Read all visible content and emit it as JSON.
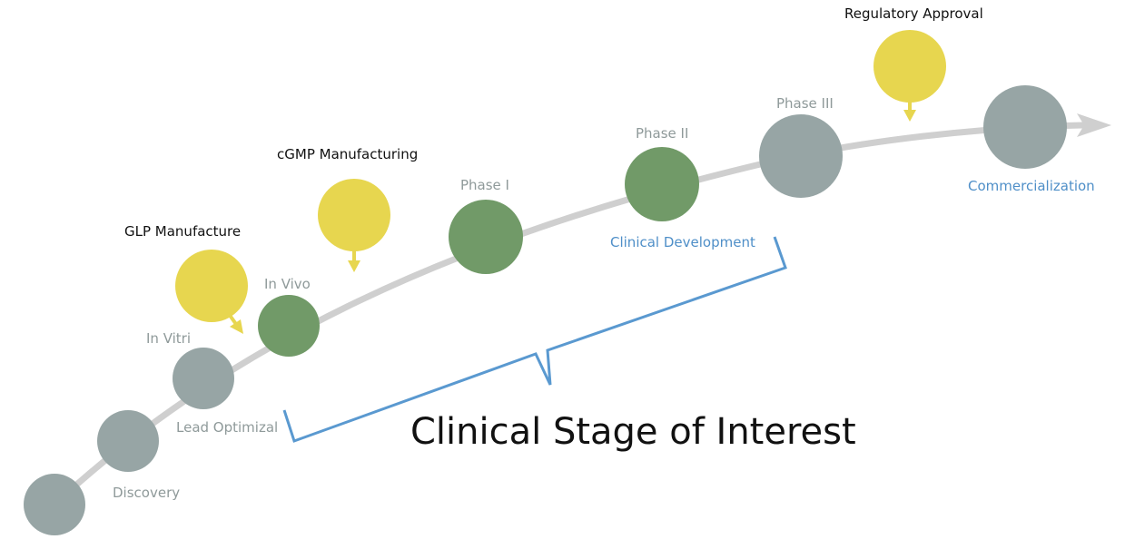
{
  "stages": {
    "discovery": "Discovery",
    "lead_optimizal": "Lead Optimizal",
    "in_vitri": "In Vitri",
    "in_vivo": "In Vivo",
    "phase_1": "Phase I",
    "phase_2": "Phase II",
    "phase_3": "Phase III",
    "commercialization": "Commercialization"
  },
  "milestones": {
    "glp": "GLP Manufacture",
    "cgmp": "cGMP Manufacturing",
    "regulatory": "Regulatory Approval"
  },
  "clinical_development": "Clinical Development",
  "bracket_title": "Clinical Stage of Interest",
  "colors": {
    "curve": "#cfcfcf",
    "grey_node": "#97a5a5",
    "green_node": "#719a68",
    "yellow_node": "#e7d64f",
    "bracket": "#5a99d0",
    "grey_text": "#8f9a9a",
    "blue_text": "#4f8fc8"
  }
}
